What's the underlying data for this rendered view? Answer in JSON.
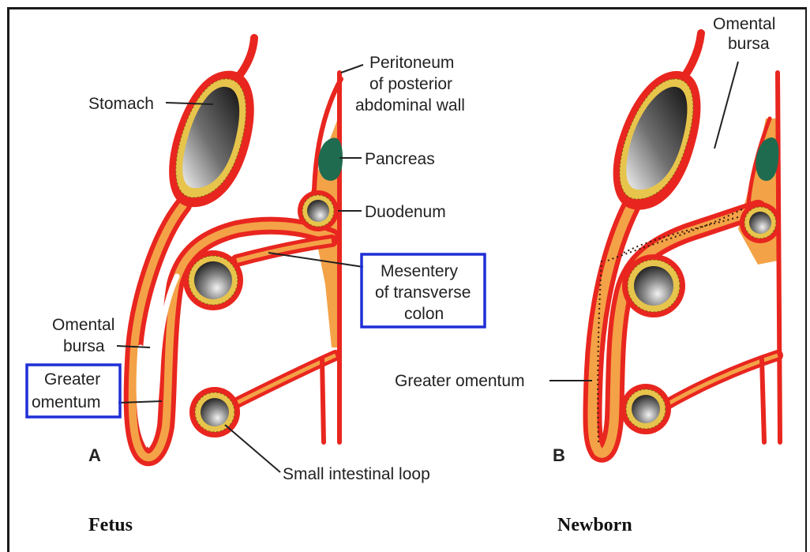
{
  "panel_a": {
    "letter": "A",
    "caption": "Fetus",
    "labels": {
      "stomach": "Stomach",
      "peritoneum": [
        "Peritoneum",
        "of posterior",
        "abdominal wall"
      ],
      "pancreas": "Pancreas",
      "duodenum": "Duodenum",
      "mesentery": [
        "Mesentery",
        "of transverse",
        "colon"
      ],
      "omental_bursa": [
        "Omental",
        "bursa"
      ],
      "greater_omentum": [
        "Greater",
        "omentum"
      ],
      "small_intestinal_loop": "Small intestinal loop"
    }
  },
  "panel_b": {
    "letter": "B",
    "caption": "Newborn",
    "labels": {
      "omental_bursa": [
        "Omental",
        "bursa"
      ],
      "greater_omentum": "Greater omentum"
    }
  },
  "colors": {
    "membrane": "#e8261f",
    "fill": "#f4a247",
    "pancreas": "#1f6b4f",
    "highlight_box": "#1f2fd6",
    "wall_ring": "#e7c44b"
  }
}
